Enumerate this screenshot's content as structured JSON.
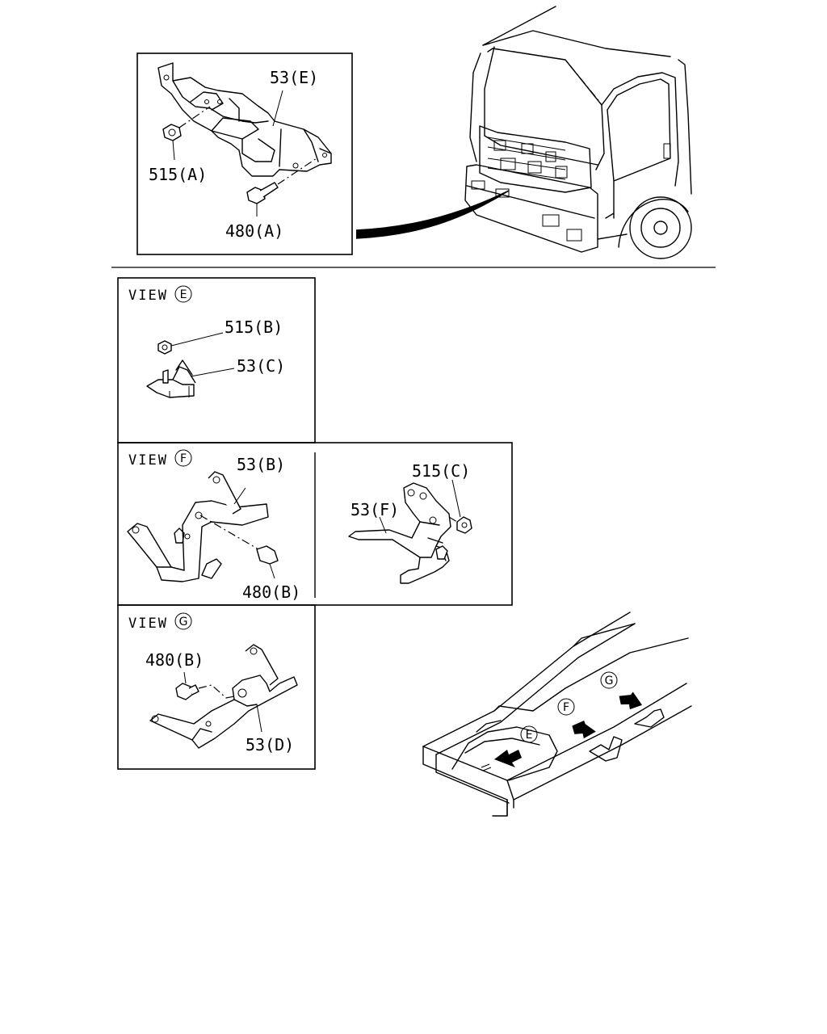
{
  "callouts": {
    "p53e": "53(E)",
    "p515a": "515(A)",
    "p480a": "480(A)",
    "p515b": "515(B)",
    "p53c": "53(C)",
    "p53b": "53(B)",
    "p480b_f": "480(B)",
    "p515c": "515(C)",
    "p53f": "53(F)",
    "p480b_g": "480(B)",
    "p53d": "53(D)"
  },
  "views": {
    "e": {
      "word": "VIEW",
      "letter": "E"
    },
    "f": {
      "word": "VIEW",
      "letter": "F"
    },
    "g": {
      "word": "VIEW",
      "letter": "G"
    }
  },
  "frame_markers": [
    "E",
    "F",
    "G"
  ]
}
